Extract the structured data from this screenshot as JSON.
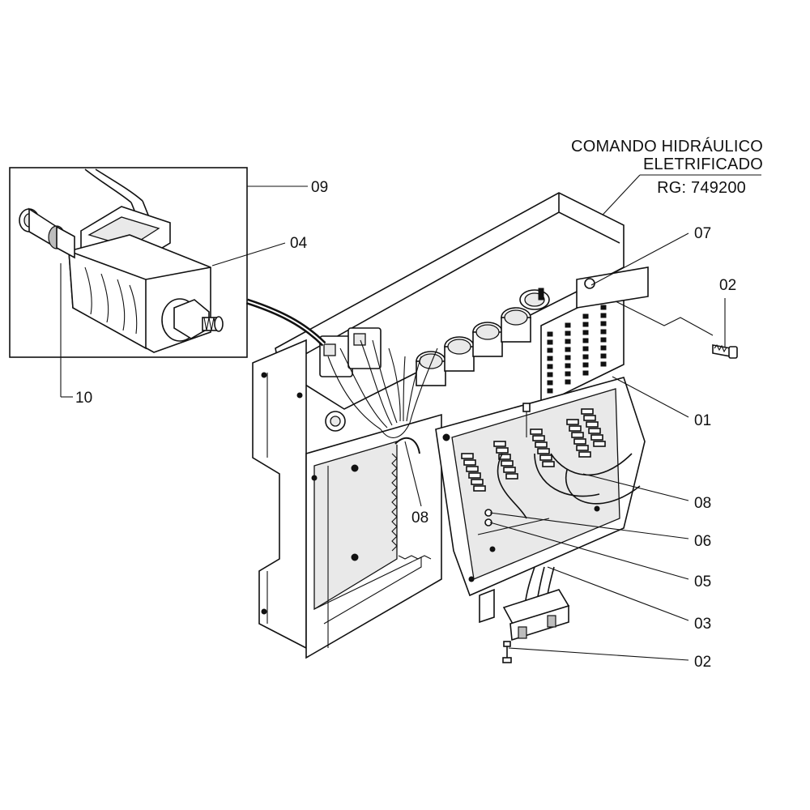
{
  "title": {
    "line1": "COMANDO HIDRÁULICO",
    "line2": "ELETRIFICADO",
    "line3": "RG: 749200"
  },
  "callouts": [
    {
      "id": "lbl-09",
      "text": "09"
    },
    {
      "id": "lbl-04",
      "text": "04"
    },
    {
      "id": "lbl-10",
      "text": "10"
    },
    {
      "id": "lbl-07",
      "text": "07"
    },
    {
      "id": "lbl-02a",
      "text": "02"
    },
    {
      "id": "lbl-01",
      "text": "01"
    },
    {
      "id": "lbl-08a",
      "text": "08"
    },
    {
      "id": "lbl-08b",
      "text": "08"
    },
    {
      "id": "lbl-06",
      "text": "06"
    },
    {
      "id": "lbl-05",
      "text": "05"
    },
    {
      "id": "lbl-03",
      "text": "03"
    },
    {
      "id": "lbl-02b",
      "text": "02"
    }
  ]
}
